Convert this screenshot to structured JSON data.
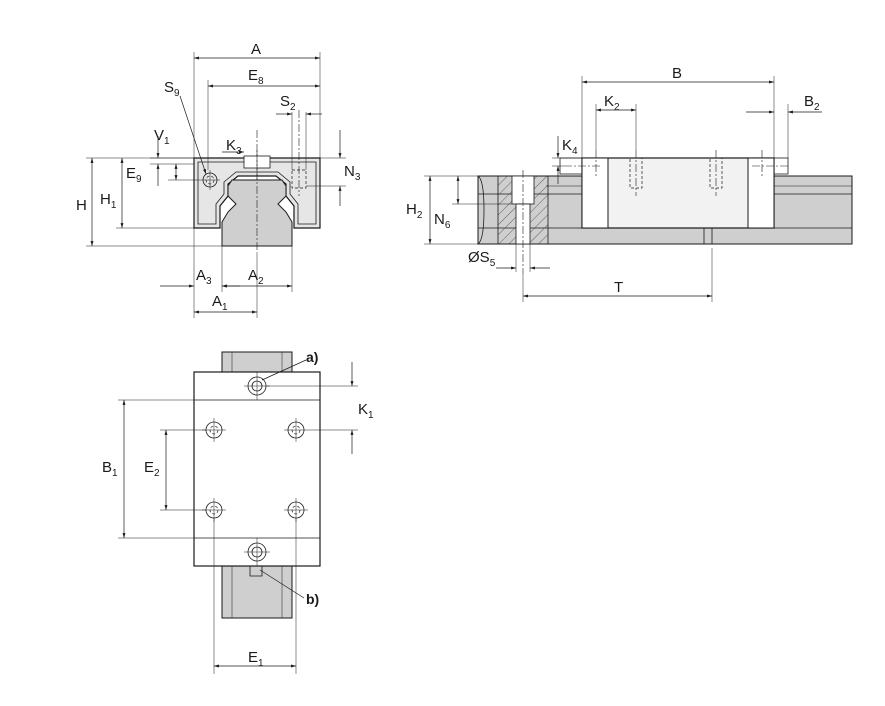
{
  "front_view": {
    "labels": {
      "A": "A",
      "E8": {
        "main": "E",
        "sub": "8"
      },
      "S9": {
        "main": "S",
        "sub": "9"
      },
      "S2": {
        "main": "S",
        "sub": "2"
      },
      "V1": {
        "main": "V",
        "sub": "1"
      },
      "K3": {
        "main": "K",
        "sub": "3"
      },
      "E9": {
        "main": "E",
        "sub": "9"
      },
      "N3": {
        "main": "N",
        "sub": "3"
      },
      "H": "H",
      "H1": {
        "main": "H",
        "sub": "1"
      },
      "A3": {
        "main": "A",
        "sub": "3"
      },
      "A2": {
        "main": "A",
        "sub": "2"
      },
      "A1": {
        "main": "A",
        "sub": "1"
      }
    }
  },
  "side_view": {
    "labels": {
      "B": "B",
      "K2": {
        "main": "K",
        "sub": "2"
      },
      "B2": {
        "main": "B",
        "sub": "2"
      },
      "K4": {
        "main": "K",
        "sub": "4"
      },
      "H2": {
        "main": "H",
        "sub": "2"
      },
      "N6": {
        "main": "N",
        "sub": "6"
      },
      "S5": {
        "main": "ØS",
        "sub": "5"
      },
      "T": "T"
    }
  },
  "top_view": {
    "labels": {
      "a": "a)",
      "b": "b)",
      "K1": {
        "main": "K",
        "sub": "1"
      },
      "B1": {
        "main": "B",
        "sub": "1"
      },
      "E2": {
        "main": "E",
        "sub": "2"
      },
      "E1": {
        "main": "E",
        "sub": "1"
      }
    }
  }
}
